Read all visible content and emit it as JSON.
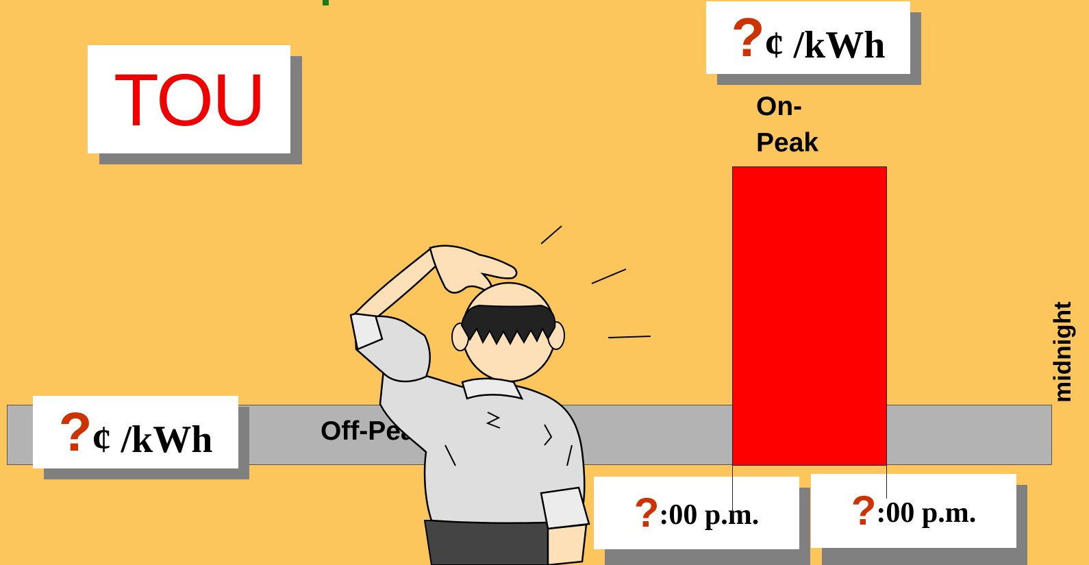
{
  "tou_label": "TOU",
  "on_peak": {
    "line1": "On-",
    "line2": "Peak"
  },
  "off_peak_label": "Off-Peak",
  "midnight_label": "midnight",
  "rate_cards": {
    "on_peak": {
      "q": "?",
      "unit": "¢ /kWh"
    },
    "off_peak": {
      "q": "?",
      "unit": "¢ /kWh"
    }
  },
  "time_cards": {
    "start": {
      "q": "?",
      "time": ":00 p.m."
    },
    "end": {
      "q": "?",
      "time": ":00 p.m."
    }
  },
  "colors": {
    "background": "#fcc65c",
    "on_peak_bar": "#ff0000",
    "off_peak_band": "#b3b3b3",
    "question_mark": "#cc3300",
    "tou_text": "#ee0000",
    "green_mark": "#1a7a1a"
  },
  "illustration": "confused-man-scratching-head"
}
